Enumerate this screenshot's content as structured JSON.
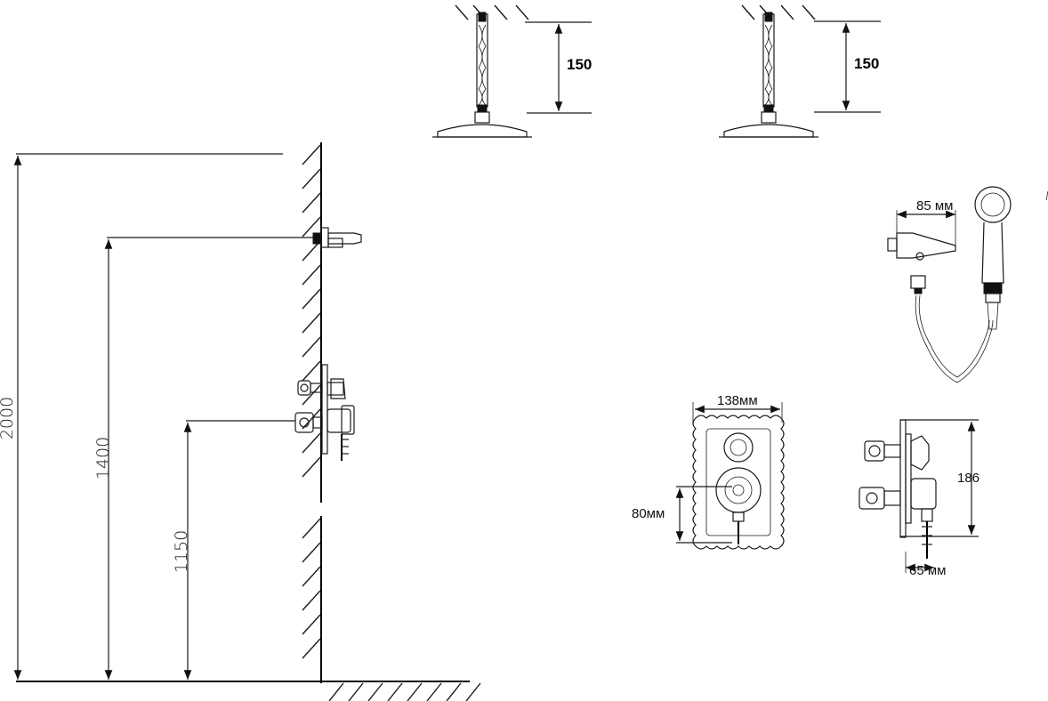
{
  "dimensions": {
    "ceiling_height": "2000",
    "shower_arm_height": "1400",
    "mixer_height": "1150",
    "head_drop_left": "150",
    "head_drop_right": "150",
    "wall_outlet_width": "85 мм",
    "panel_width": "138мм",
    "panel_offset": "80мм",
    "mixer_body_height": "186",
    "mixer_depth": "65 мм"
  }
}
